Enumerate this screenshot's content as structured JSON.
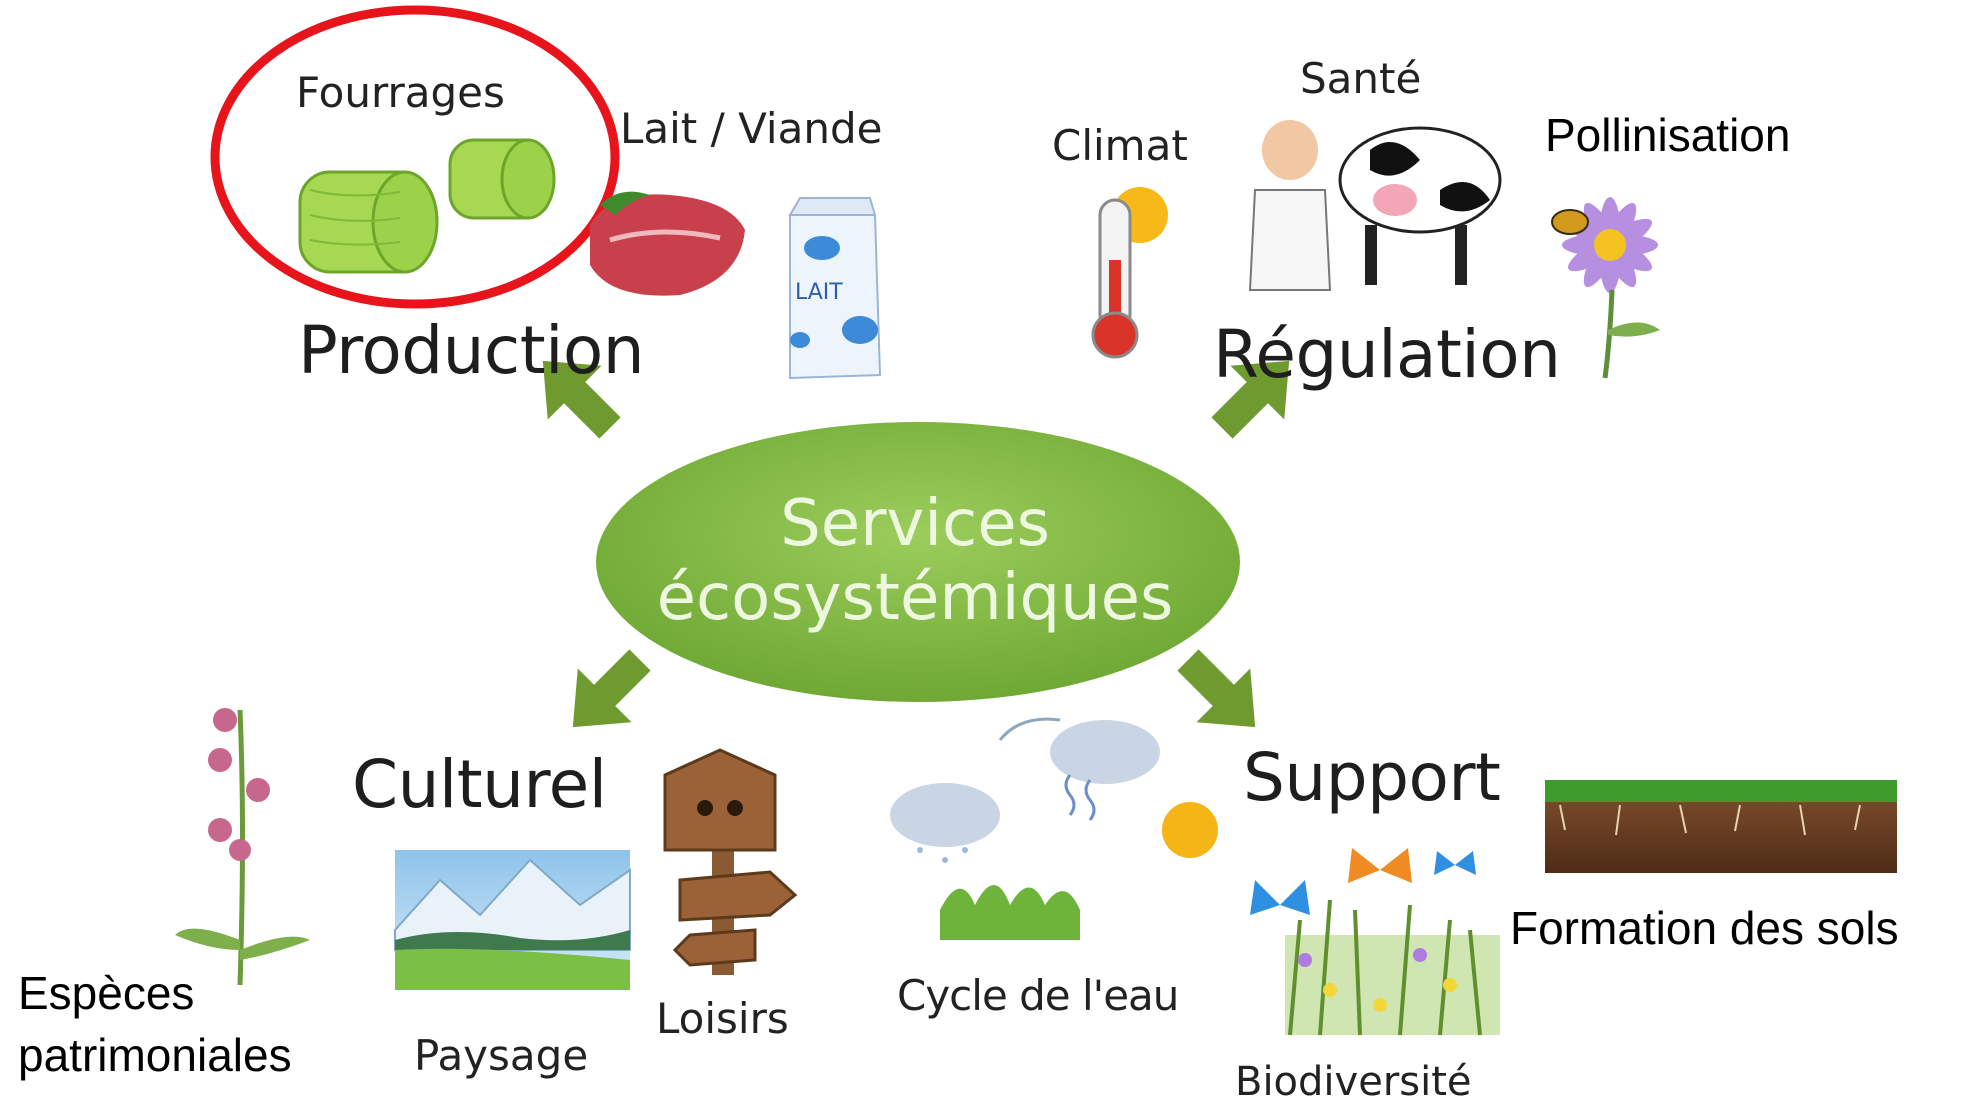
{
  "center": {
    "line1": "Services",
    "line2": "écosystémiques"
  },
  "categories": {
    "production": "Production",
    "regulation": "Régulation",
    "culturel": "Culturel",
    "support": "Support"
  },
  "items": {
    "fourrages": "Fourrages",
    "lait_viande": "Lait / Viande",
    "lait_carton": "LAIT",
    "climat": "Climat",
    "sante": "Santé",
    "pollinisation": "Pollinisation",
    "especes_line1": "Espèces",
    "especes_line2": "patrimoniales",
    "paysage": "Paysage",
    "loisirs": "Loisirs",
    "cycle_eau": "Cycle de l'eau",
    "formation_sols": "Formation des sols",
    "biodiversite": "Biodiversité"
  },
  "colors": {
    "ellipse": "#7cb442",
    "arrow": "#6f9a2f",
    "highlight": "#e8141b",
    "hay": "#9bd24a"
  }
}
